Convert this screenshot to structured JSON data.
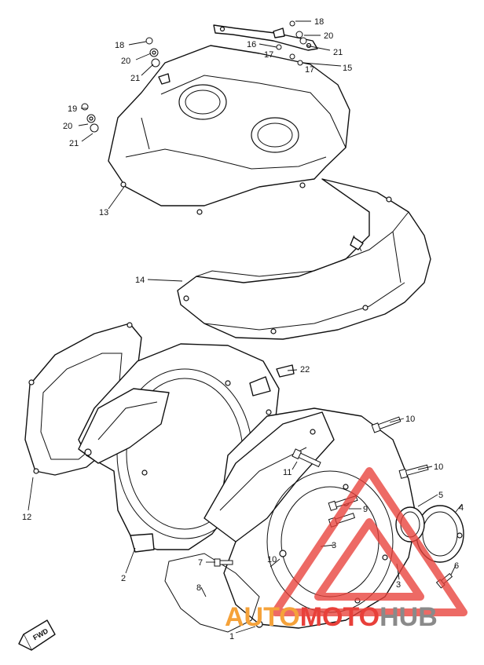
{
  "callouts": [
    {
      "id": "c18a",
      "text": "18"
    },
    {
      "id": "c20a",
      "text": "20"
    },
    {
      "id": "c21a",
      "text": "21"
    },
    {
      "id": "c18b",
      "text": "18"
    },
    {
      "id": "c20b",
      "text": "20"
    },
    {
      "id": "c21b",
      "text": "21"
    },
    {
      "id": "c16",
      "text": "16"
    },
    {
      "id": "c17a",
      "text": "17"
    },
    {
      "id": "c15",
      "text": "15"
    },
    {
      "id": "c17b",
      "text": "17"
    },
    {
      "id": "c19",
      "text": "19"
    },
    {
      "id": "c20c",
      "text": "20"
    },
    {
      "id": "c21c",
      "text": "21"
    },
    {
      "id": "c13",
      "text": "13"
    },
    {
      "id": "c14",
      "text": "14"
    },
    {
      "id": "c22",
      "text": "22"
    },
    {
      "id": "c10a",
      "text": "10"
    },
    {
      "id": "c10b",
      "text": "10"
    },
    {
      "id": "c11",
      "text": "11"
    },
    {
      "id": "c5",
      "text": "5"
    },
    {
      "id": "c4",
      "text": "4"
    },
    {
      "id": "c9",
      "text": "9"
    },
    {
      "id": "c3a",
      "text": "3"
    },
    {
      "id": "c3b",
      "text": "3"
    },
    {
      "id": "c6",
      "text": "6"
    },
    {
      "id": "c12",
      "text": "12"
    },
    {
      "id": "c2",
      "text": "2"
    },
    {
      "id": "c7",
      "text": "7"
    },
    {
      "id": "c8",
      "text": "8"
    },
    {
      "id": "c10c",
      "text": "10"
    },
    {
      "id": "c1",
      "text": "1"
    }
  ],
  "direction_marker": "FWD",
  "watermark": {
    "part1": "AUTO",
    "part2": "MOTO",
    "part3": "HUB",
    "color_red": "#e8403a",
    "color_orange": "#f5a23a",
    "color_gray": "#8a8a8a"
  }
}
